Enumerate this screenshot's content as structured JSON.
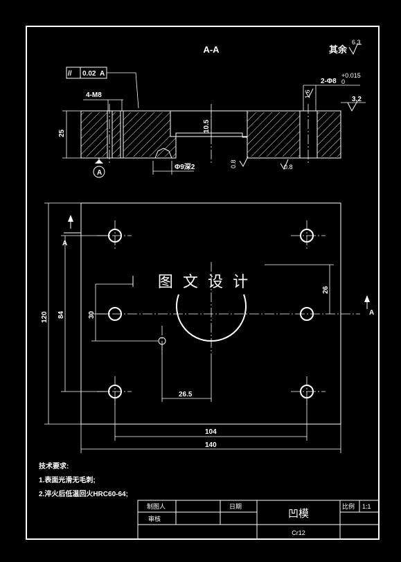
{
  "section": {
    "label": "A-A"
  },
  "roughness": {
    "rest_label": "其余",
    "rest_value": "6.3",
    "surface_value": "3.2",
    "small_1": "1.6",
    "small_2": "0.8",
    "small_3": "0.8"
  },
  "tolerance": {
    "symbol": "//",
    "value": "0.02",
    "datum": "A"
  },
  "dims": {
    "thread": "4-M8",
    "pin_holes": "2-Φ8",
    "pin_tol_upper": "+0.015",
    "pin_tol_lower": "0",
    "height": "25",
    "depth": "10.5",
    "counterbore": "Φ9深2",
    "width_140": "140",
    "width_104": "104",
    "height_120": "120",
    "height_84": "84",
    "v_30": "30",
    "h_26_5": "26.5",
    "v_26": "26"
  },
  "view_marks": {
    "left": "A",
    "right": "A"
  },
  "watermark": "图 文 设 计",
  "tech": {
    "title": "技术要求:",
    "item1": "1.表面光滑无毛刺;",
    "item2": "2.淬火后低温回火HRC60-64;"
  },
  "title_block": {
    "drawn_by": "制图人",
    "date": "日期",
    "review": "审核",
    "part_name": "凹模",
    "scale_label": "比例",
    "scale_value": "1:1",
    "material": "Cr12"
  }
}
